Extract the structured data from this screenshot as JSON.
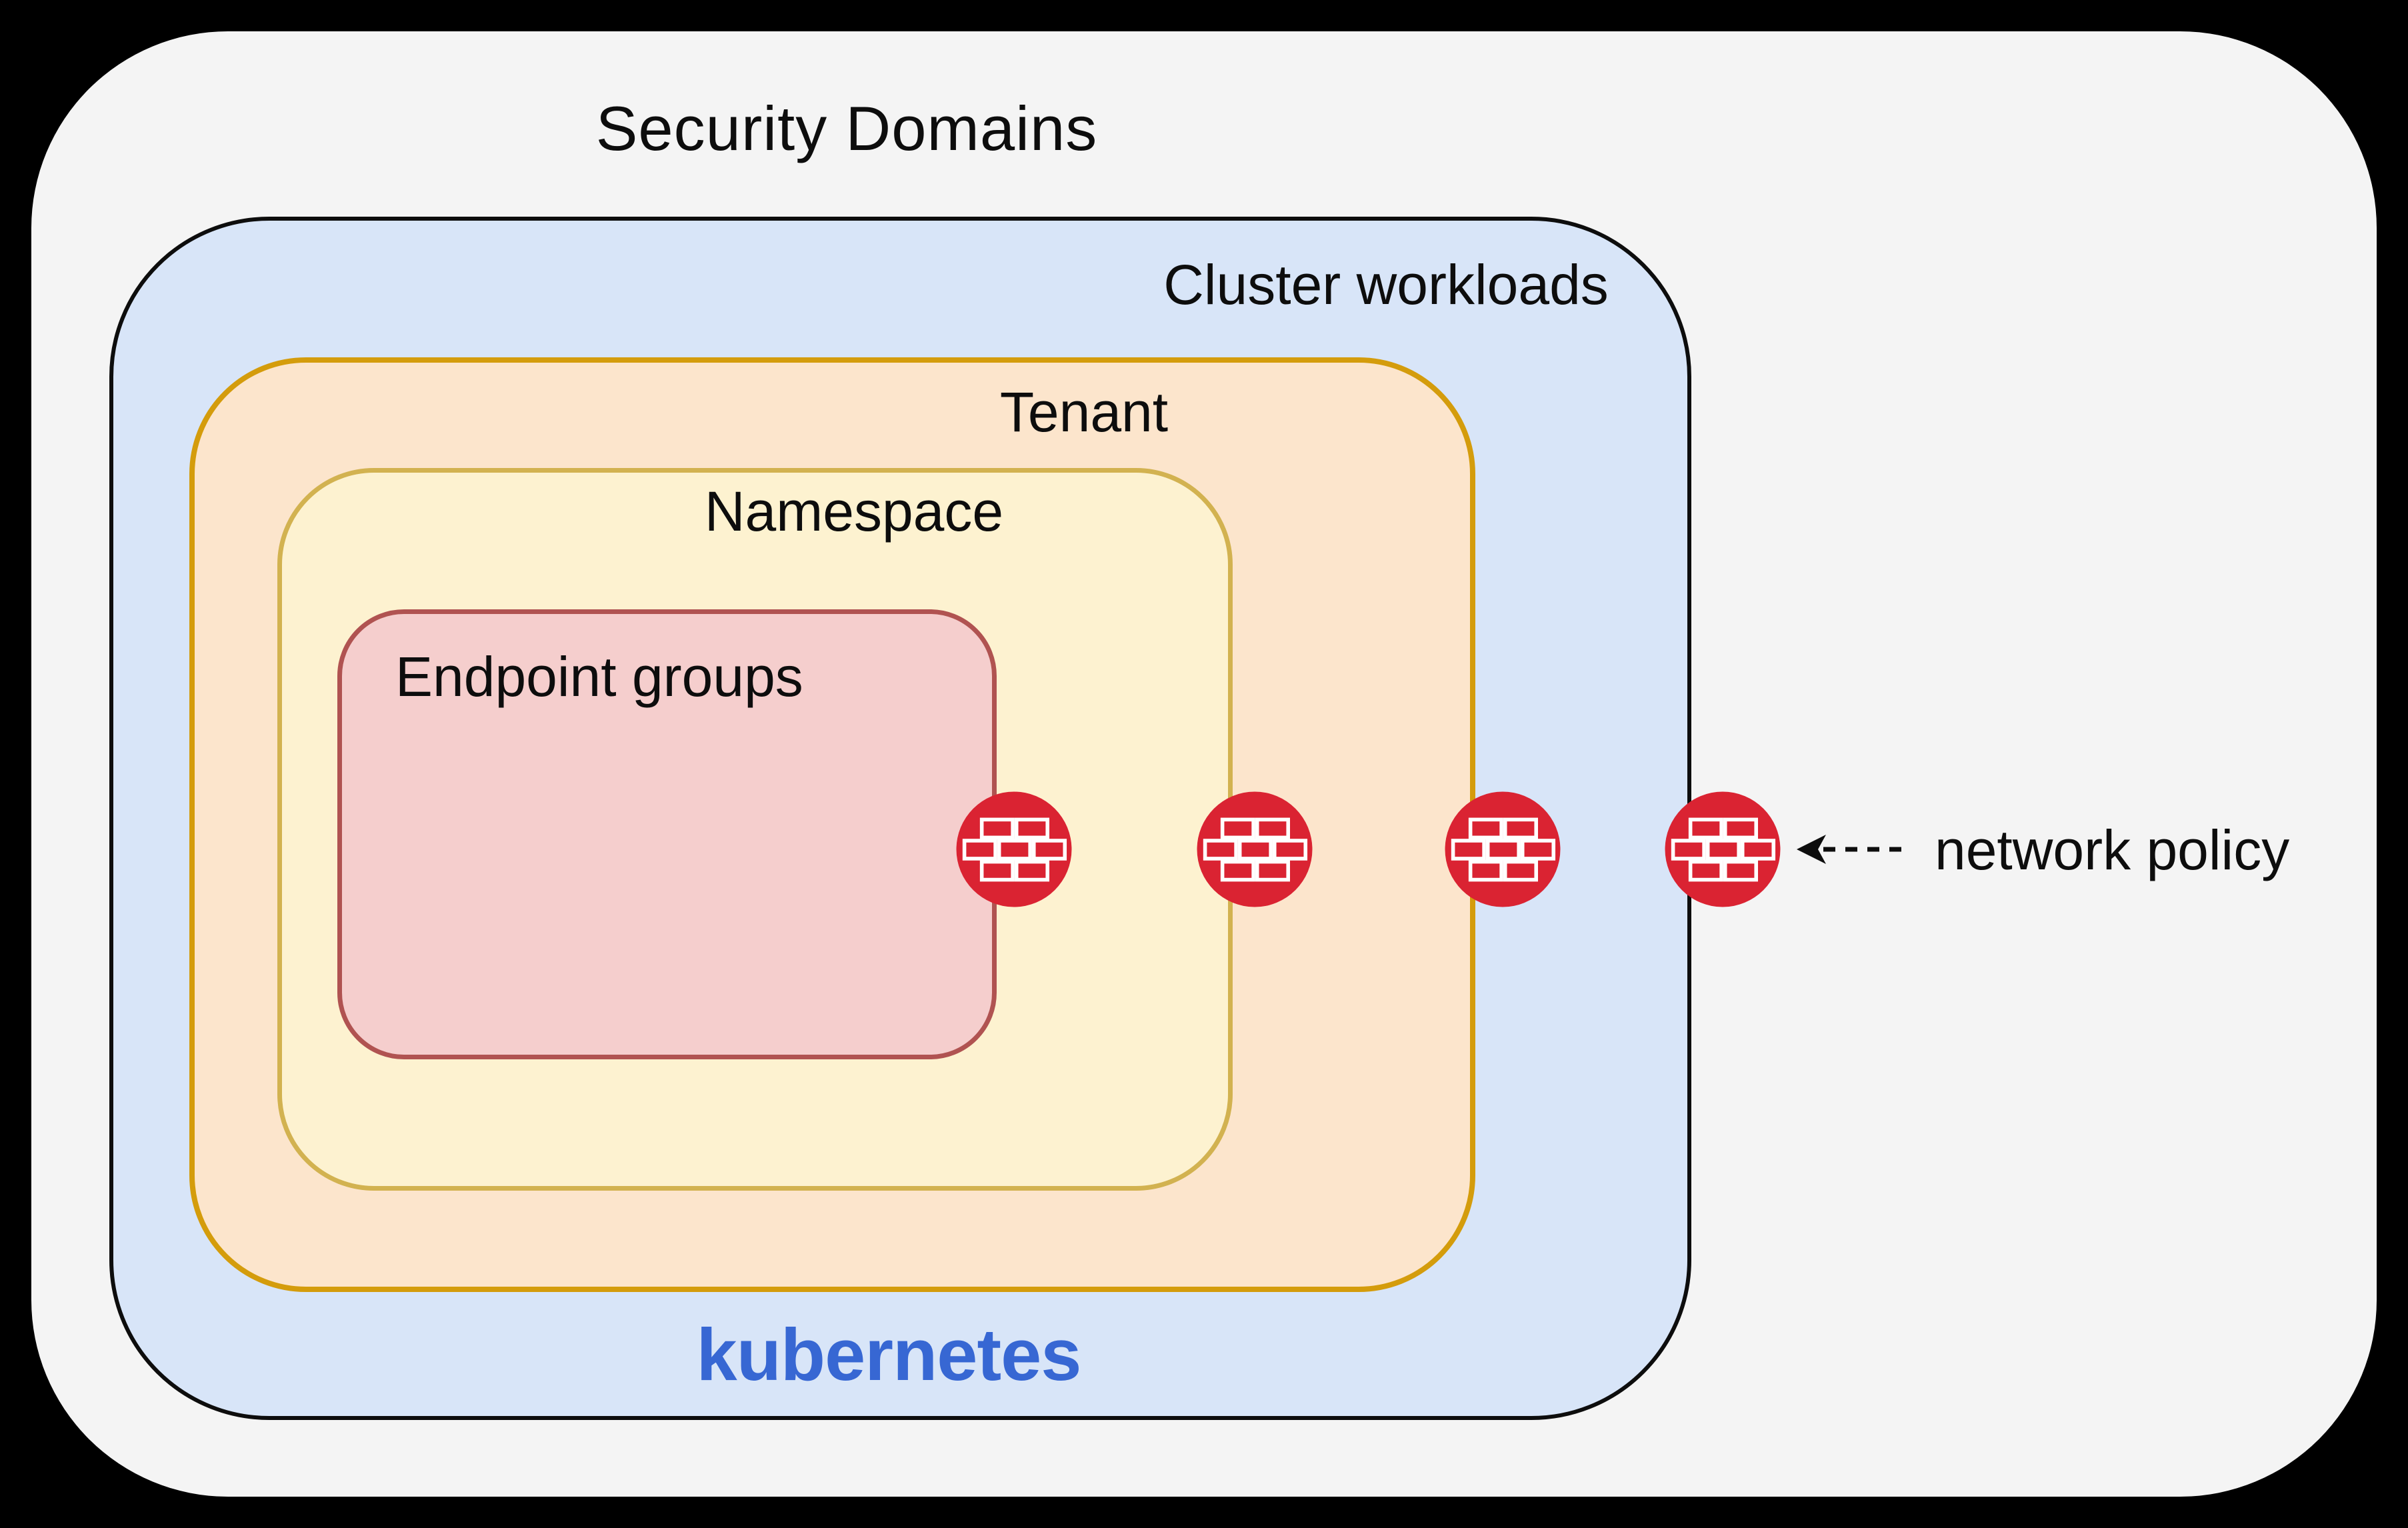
{
  "title": "Security Domains",
  "diagram": {
    "layers": [
      {
        "id": "cluster-workloads",
        "label": "Cluster workloads",
        "footer_brand": "kubernetes",
        "fill": "#d8e5f8",
        "border": "#0d0d0d"
      },
      {
        "id": "tenant",
        "label": "Tenant",
        "fill": "#fce5cc",
        "border": "#d49c0c"
      },
      {
        "id": "namespace",
        "label": "Namespace",
        "fill": "#fdf2d0",
        "border": "#d2b250"
      },
      {
        "id": "endpoint-groups",
        "label": "Endpoint groups",
        "fill": "#f5cecd",
        "border": "#b05351"
      }
    ],
    "annotation": {
      "label": "network policy",
      "icon": "firewall-icon",
      "firewall_count": 4
    }
  },
  "colors": {
    "page_bg": "#000000",
    "panel_bg": "#f4f4f4",
    "cluster_fill": "#d8e5f8",
    "cluster_border": "#0d0d0d",
    "tenant_fill": "#fce5cc",
    "tenant_border": "#d49c0c",
    "namespace_fill": "#fdf2d0",
    "namespace_border": "#d2b250",
    "endpoint_fill": "#f5cecd",
    "endpoint_border": "#b05351",
    "firewall_red": "#da2332",
    "kubernetes_blue": "#3767d3",
    "text": "#0d0d0d"
  }
}
